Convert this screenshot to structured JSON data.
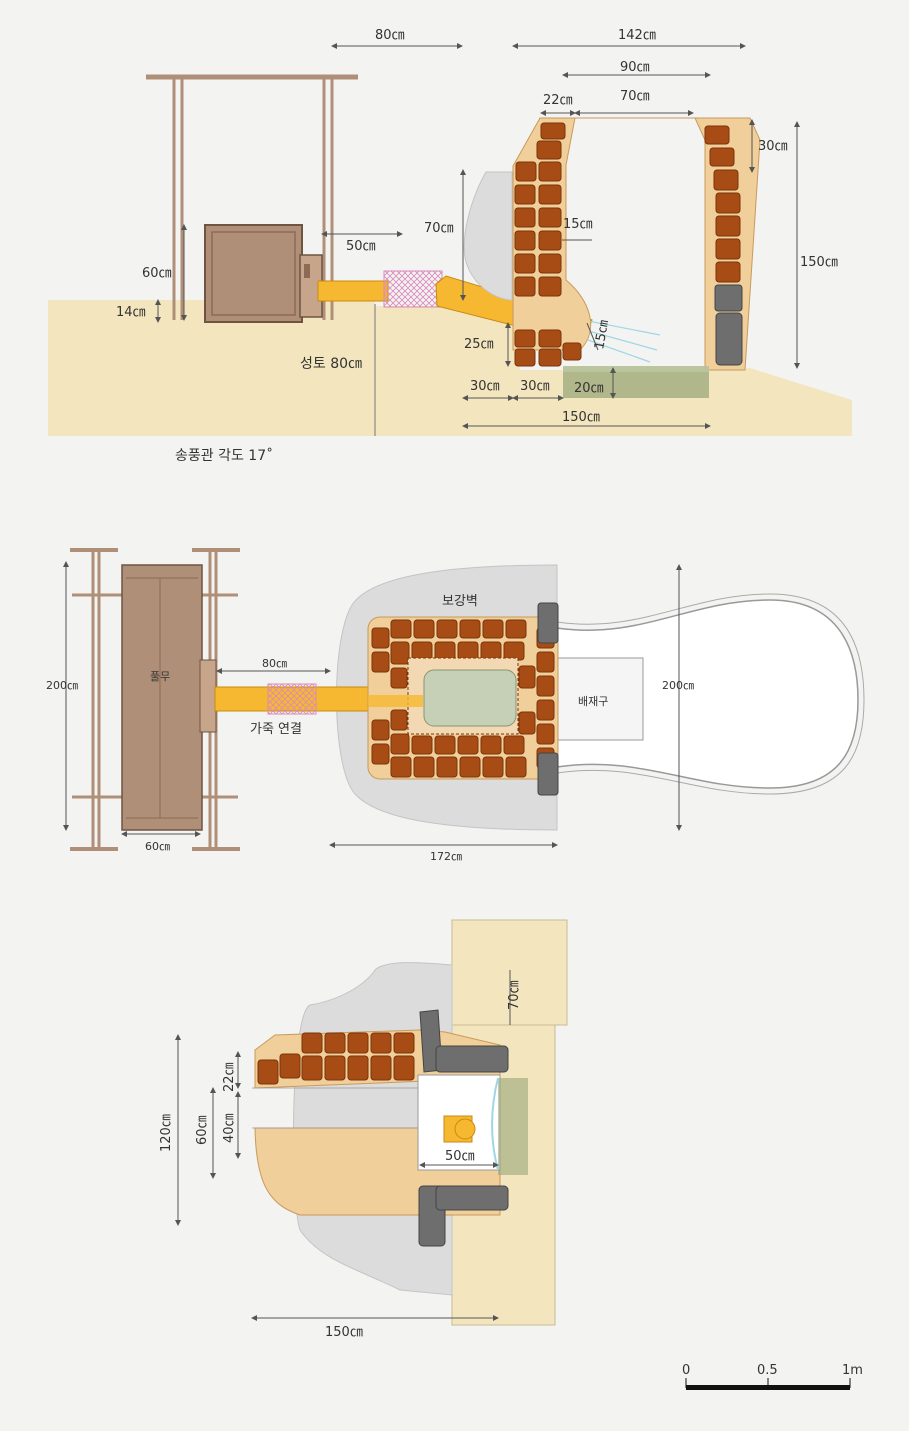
{
  "colors": {
    "background": "#f3f3f2",
    "ground": "#f3e6bf",
    "brick": "#a84c16",
    "brick_stroke": "#7a3308",
    "stone": "#dcdcdc",
    "wood": "#b08f78",
    "wood_dark": "#8c6a54",
    "pipe": "#f6b830",
    "joint": "#e9b7d4",
    "plaster": "#f0cf9a",
    "dark_stone": "#6e6e6e"
  },
  "side_view": {
    "dims": {
      "d80": "80㎝",
      "d142": "142㎝",
      "d90": "90㎝",
      "d22": "22㎝",
      "d70_top": "70㎝",
      "d30_right": "30㎝",
      "d150_right": "150㎝",
      "d70_left": "70㎝",
      "d50": "50㎝",
      "d15_wall": "15㎝",
      "d60": "60㎝",
      "d14": "14㎝",
      "d25": "25㎝",
      "d15_pipe": "15㎝",
      "d30_a": "30㎝",
      "d30_b": "30㎝",
      "d20": "20㎝",
      "d150_bottom": "150㎝"
    },
    "soil_label": "성토 80㎝",
    "angle_label": "송풍관 각도 17˚"
  },
  "plan_view": {
    "dims": {
      "d200_left": "200㎝",
      "d80": "80㎝",
      "d60": "60㎝",
      "d172": "172㎝",
      "d200_right": "200㎝"
    },
    "bellows_label": "풀무",
    "wall_label": "보강벽",
    "joint_label": "가죽 연결",
    "outlet_label": "배재구"
  },
  "front_view": {
    "dims": {
      "d70": "70㎝",
      "d120": "120㎝",
      "d60": "60㎝",
      "d22": "22㎝",
      "d40": "40㎝",
      "d50": "50㎝",
      "d150": "150㎝"
    }
  },
  "scale_bar": {
    "t0": "0",
    "t05": "0.5",
    "t1": "1m"
  }
}
